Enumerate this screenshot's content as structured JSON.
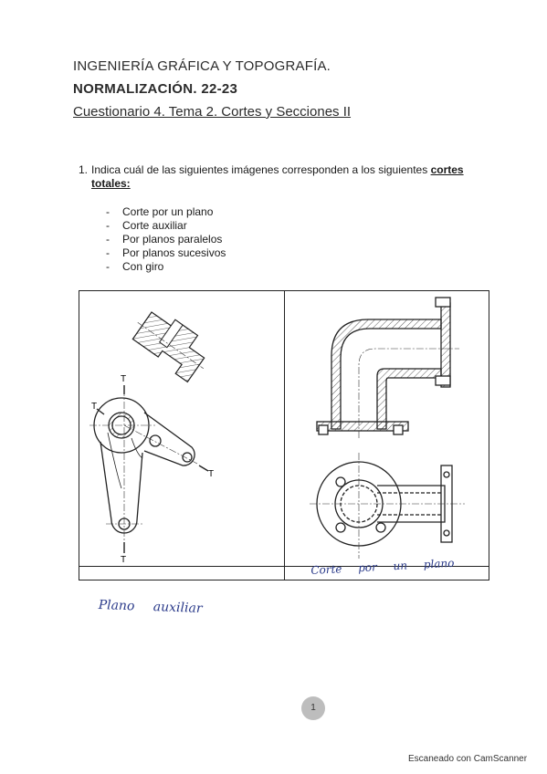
{
  "header": {
    "course": "INGENIERÍA GRÁFICA Y TOPOGRAFÍA.",
    "normalization": "NORMALIZACIÓN. 22-23",
    "questionnaire": "Cuestionario 4. Tema 2. Cortes y Secciones II"
  },
  "question": {
    "number": "1.",
    "text_before": "Indica cuál de las siguientes imágenes corresponden a los siguientes ",
    "text_bold": "cortes totales:",
    "options": [
      "Corte por un plano",
      "Corte auxiliar",
      "Por planos paralelos",
      "Por planos sucesivos",
      "Con giro"
    ]
  },
  "drawings": {
    "cutting_plane_marks": [
      "T",
      "T",
      "T",
      "T"
    ]
  },
  "answers": {
    "right_cell": "Corte por un plano",
    "below_left": "Plano auxiliar"
  },
  "footer": {
    "page_number": "1",
    "scanner_text": "Escaneado con CamScanner"
  }
}
